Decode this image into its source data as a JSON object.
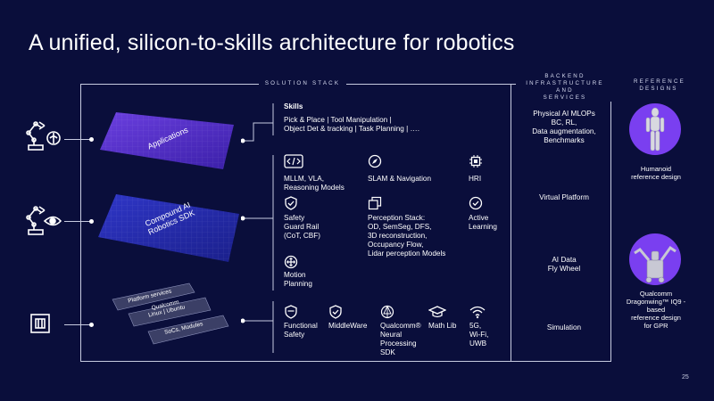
{
  "slide": {
    "title": "A unified, silicon-to-skills architecture for robotics",
    "page_number": "25"
  },
  "headers": {
    "solution_stack": "SOLUTION STACK",
    "backend": "BACKEND\nINFRASTRUCTURE AND\nSERVICES",
    "reference": "REFERENCE\nDESIGNS"
  },
  "planes": {
    "applications": "Applications",
    "sdk": "Compound AI\nRobotics SDK",
    "platform_services": "Platform services",
    "linux": "Qualcomm\nLinux | Ubuntu",
    "socs": "SoCs, Modules"
  },
  "skills": {
    "title": "Skills",
    "line1": "Pick & Place  |  Tool Manipulation |",
    "line2": "Object Det & tracking | Task Planning | …."
  },
  "sdk_items": {
    "mllm": "MLLM, VLA,\nReasoning Models",
    "slam": "SLAM & Navigation",
    "hri": "HRI",
    "safety": "Safety\nGuard Rail\n(CoT, CBF)",
    "perception": "Perception Stack:\nOD, SemSeg, DFS,\n3D reconstruction,\nOccupancy Flow,\nLidar perception Models",
    "active": "Active\nLearning",
    "motion": "Motion\nPlanning"
  },
  "platform_items": {
    "functional": "Functional\nSafety",
    "middleware": "MiddleWare",
    "qnn": "Qualcomm®\nNeural\nProcessing\nSDK",
    "mathlib": "Math Lib",
    "fiveg": "5G,\nWi-Fi,\nUWB"
  },
  "backend_items": {
    "mlops": "Physical AI MLOPs\nBC, RL,\nData augmentation,\nBenchmarks",
    "virtual": "Virtual Platform",
    "flywheel": "AI Data\nFly Wheel",
    "simulation": "Simulation"
  },
  "reference_items": {
    "humanoid": "Humanoid\nreference design",
    "gpr": "Qualcomm\nDragonwing™ IQ9 -\nbased\nreference design\nfor GPR"
  },
  "colors": {
    "background": "#0a0e3b",
    "plane_purple": "#4a2bd6",
    "plane_blue": "#2a2fb8",
    "accent_violet": "#6b3fe0"
  }
}
